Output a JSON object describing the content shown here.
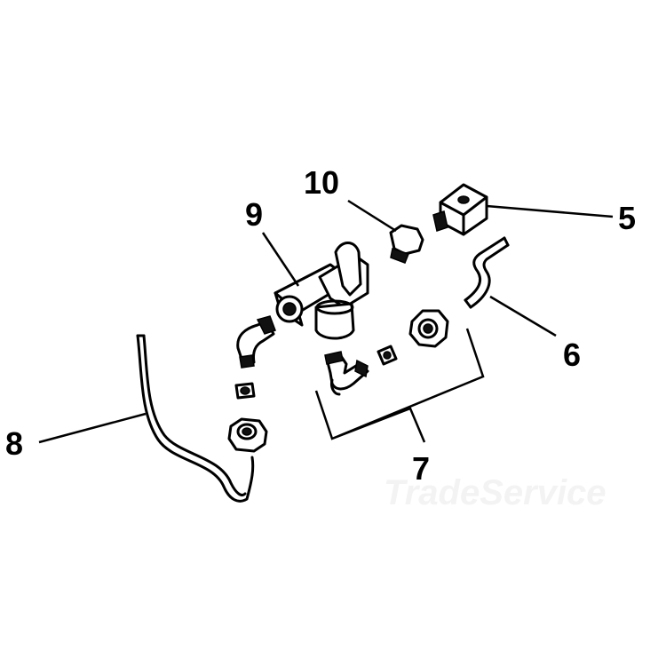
{
  "watermark": {
    "text": "TradeService",
    "color": "#f0f0f0"
  },
  "callouts": {
    "c5": "5",
    "c6": "6",
    "c7": "7",
    "c8": "8",
    "c9": "9",
    "c10": "10"
  },
  "colors": {
    "line": "#000000",
    "background": "#ffffff"
  }
}
